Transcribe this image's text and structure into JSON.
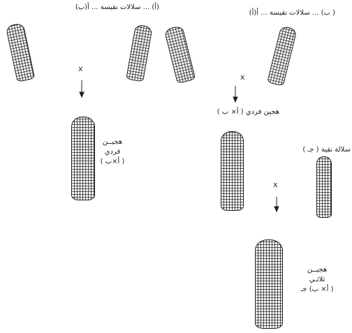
{
  "title_a": "(أ) ... سلالات نقيسة ... أ(ب)",
  "title_b": "( ب) ... سلالات نقيسة ... أ(أ)",
  "cross_symbol": "x",
  "single_hybrid_left": [
    "هجيــن",
    "فردي",
    "( أ×ب )"
  ],
  "single_hybrid_right": "هجين فردي ( أ× ب )",
  "pure_line_c": "سلالة نقية ( جـ )",
  "triple_hybrid": [
    "هجيــن",
    "ثلاثـي",
    "( أ× ب) جـ"
  ],
  "colors": {
    "ink": "#1f1f1f",
    "paper": "#ffffff"
  }
}
